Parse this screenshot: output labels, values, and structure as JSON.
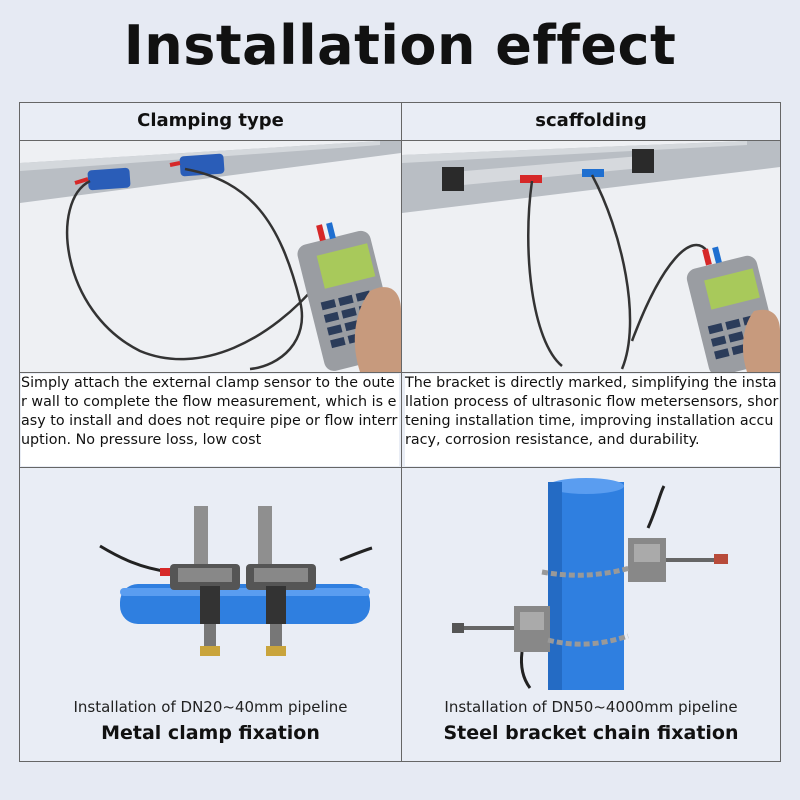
{
  "page": {
    "title": "Installation effect"
  },
  "columns": [
    {
      "heading": "Clamping type",
      "description": "Simply attach the external clamp sensor to the outer wall to complete the flow measurement, which is easy to install and does not require pipe or flow interruption. No pressure loss, low cost",
      "caption": "Installation of DN20~40mm pipeline",
      "method": "Metal clamp fixation"
    },
    {
      "heading": "scaffolding",
      "description": "The bracket is directly marked, simplifying the installation process of ultrasonic flow metersensors, shortening installation time, improving installation accuracy, corrosion resistance, and durability.",
      "caption": "Installation of DN50~4000mm pipeline",
      "method": "Steel bracket chain fixation"
    }
  ],
  "colors": {
    "pipe_blue": "#2f7fe0",
    "cable_blue": "#1f6fd0",
    "cable_red": "#d62828",
    "device_gray": "#8a8d92"
  }
}
